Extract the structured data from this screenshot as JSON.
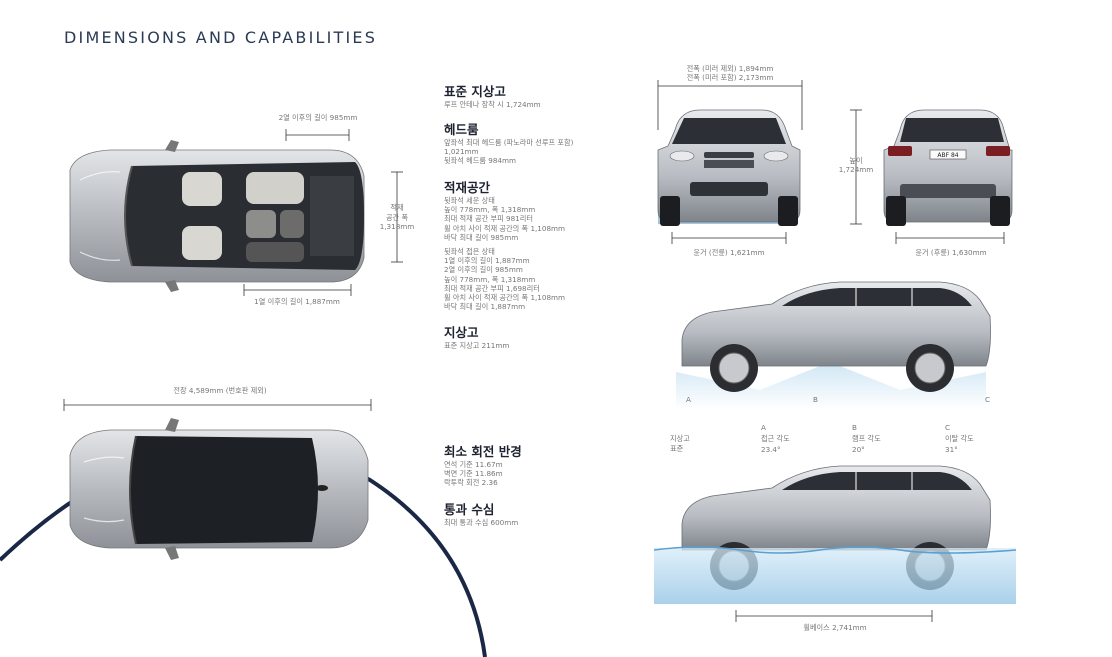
{
  "page": {
    "title": "DIMENSIONS AND CAPABILITIES"
  },
  "topview": {
    "row2_length": "2열 이후의 길이 985mm",
    "cargo_width": [
      "적재",
      "공간 폭",
      "1,318mm"
    ],
    "row1_length": "1열 이후의 길이 1,887mm"
  },
  "bottomview": {
    "overall_length": "전장 4,589mm (번호판 제외)"
  },
  "specs": {
    "height": {
      "heading": "표준 지상고",
      "lines": [
        "루프 안테나 장착 시 1,724mm"
      ]
    },
    "headroom": {
      "heading": "헤드룸",
      "lines": [
        "앞좌석 최대 헤드룸 (파노라마 선루프 포함)",
        "1,021mm",
        "뒷좌석 헤드룸 984mm"
      ]
    },
    "loadspace": {
      "heading": "적재공간",
      "group1": [
        "뒷좌석 세운 상태",
        "높이 778mm, 폭 1,318mm",
        "최대 적재 공간 부피 981리터",
        "휠 아치 사이 적재 공간의 폭 1,108mm",
        "바닥 최대 길이 985mm"
      ],
      "group2": [
        "뒷좌석 접은 상태",
        "1열 이후의 길이 1,887mm",
        "2열 이후의 길이 985mm",
        "높이 778mm, 폭 1,318mm",
        "최대 적재 공간 부피 1,698리터",
        "휠 아치 사이 적재 공간의 폭 1,108mm",
        "바닥 최대 길이 1,887mm"
      ]
    },
    "clearance": {
      "heading": "지상고",
      "lines": [
        "표준 지상고 211mm"
      ]
    },
    "turning": {
      "heading": "최소 회전 반경",
      "lines": [
        "연석 기준 11.67m",
        "벽면 기준 11.86m",
        "락투락 회전 2.36"
      ]
    },
    "wading": {
      "heading": "통과 수심",
      "lines": [
        "최대 통과 수심 600mm"
      ]
    }
  },
  "frontview": {
    "width_mirrors_folded": "전폭 (미러 제외) 1,894mm",
    "width_mirrors_unfolded": "전폭 (미러 포함) 2,173mm",
    "track_front": "윤거 (전륜) 1,621mm",
    "height_label": [
      "높이",
      "1,724mm"
    ],
    "track_rear": "윤거 (후륜) 1,630mm",
    "plate": "ABF 84"
  },
  "angles": {
    "letters": [
      "A",
      "B",
      "C"
    ],
    "row_label_1": "지상고",
    "row_label_2": "표준",
    "cols": [
      {
        "letter": "A",
        "name": "접근 각도",
        "value": "23.4°"
      },
      {
        "letter": "B",
        "name": "램프 각도",
        "value": "20°"
      },
      {
        "letter": "C",
        "name": "이탈 각도",
        "value": "31°"
      }
    ]
  },
  "wheelbase": "휠베이스 2,741mm",
  "colors": {
    "accent": "#1d2b4a",
    "car_body": "#b9bcc1",
    "roof": "#1b1e22",
    "water": "#a9d0ea",
    "ground": "#cfe4f4"
  }
}
